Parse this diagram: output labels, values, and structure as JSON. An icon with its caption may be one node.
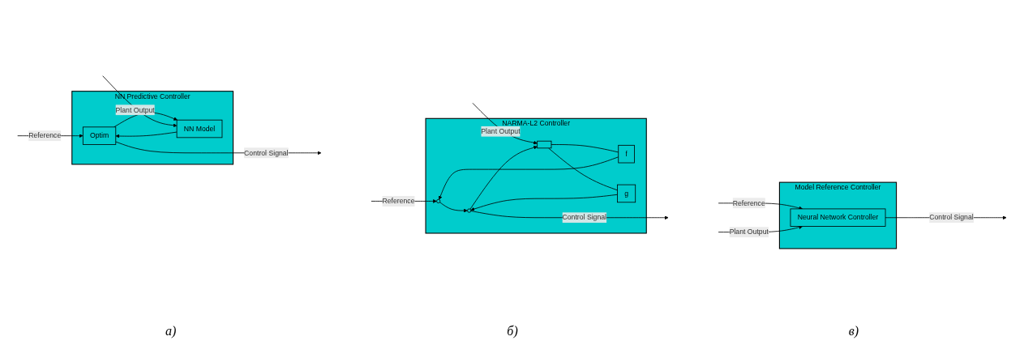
{
  "diagram": {
    "nodes": [
      {
        "text": [
          "NN Predictive Controller"
        ]
      },
      {
        "text": [
          "Optim"
        ],
        "in": 0
      },
      {
        "text": [
          "NN Model"
        ],
        "in": 0
      },
      {
        "text": [
          "NARMA-L2 Controller"
        ]
      },
      {
        "text": [],
        "shape": "circle",
        "in": 3
      },
      {
        "text": [],
        "shape": "circle",
        "in": 3
      },
      {
        "text": [
          "f"
        ],
        "in": 3
      },
      {
        "text": [
          "g"
        ],
        "in": 3
      },
      {
        "text": [],
        "shape": "bar",
        "in": 3
      },
      {
        "text": [
          "Model Reference Controller"
        ]
      },
      {
        "text": [
          "Neural Network Controller"
        ],
        "in": 9
      }
    ],
    "edges": [
      {
        "from": null,
        "to": 1,
        "arrow": "to",
        "label": "Reference"
      },
      {
        "from": 1,
        "to": 2,
        "arrow": "to"
      },
      {
        "from": 2,
        "to": 1,
        "arrow": "to"
      },
      {
        "from": null,
        "to": 2,
        "arrow": "to",
        "label": "Plant Output"
      },
      {
        "from": 1,
        "to": null,
        "arrow": "to",
        "label": "Control Signal"
      },
      {
        "from": null,
        "to": 4,
        "arrow": "to",
        "label": "Reference"
      },
      {
        "from": 4,
        "to": 5,
        "arrow": "to"
      },
      {
        "from": 6,
        "to": 4,
        "arrow": "to"
      },
      {
        "from": 7,
        "to": 5,
        "arrow": "to"
      },
      {
        "from": null,
        "to": 8,
        "arrow": "to",
        "label": "Plant Output"
      },
      {
        "from": 5,
        "to": 8,
        "arrow": "to"
      },
      {
        "from": 8,
        "to": 6,
        "arrow": "none"
      },
      {
        "from": 8,
        "to": 7,
        "arrow": "none"
      },
      {
        "from": 5,
        "to": null,
        "arrow": "to",
        "label": "Control Signal"
      },
      {
        "from": null,
        "to": 10,
        "arrow": "to",
        "label": "Reference"
      },
      {
        "from": null,
        "to": 10,
        "arrow": "to",
        "label": "Plant Output"
      },
      {
        "from": 10,
        "to": null,
        "arrow": "to",
        "label": "Control Signal"
      }
    ],
    "labels": [
      "а)",
      "б)",
      "в)"
    ]
  }
}
